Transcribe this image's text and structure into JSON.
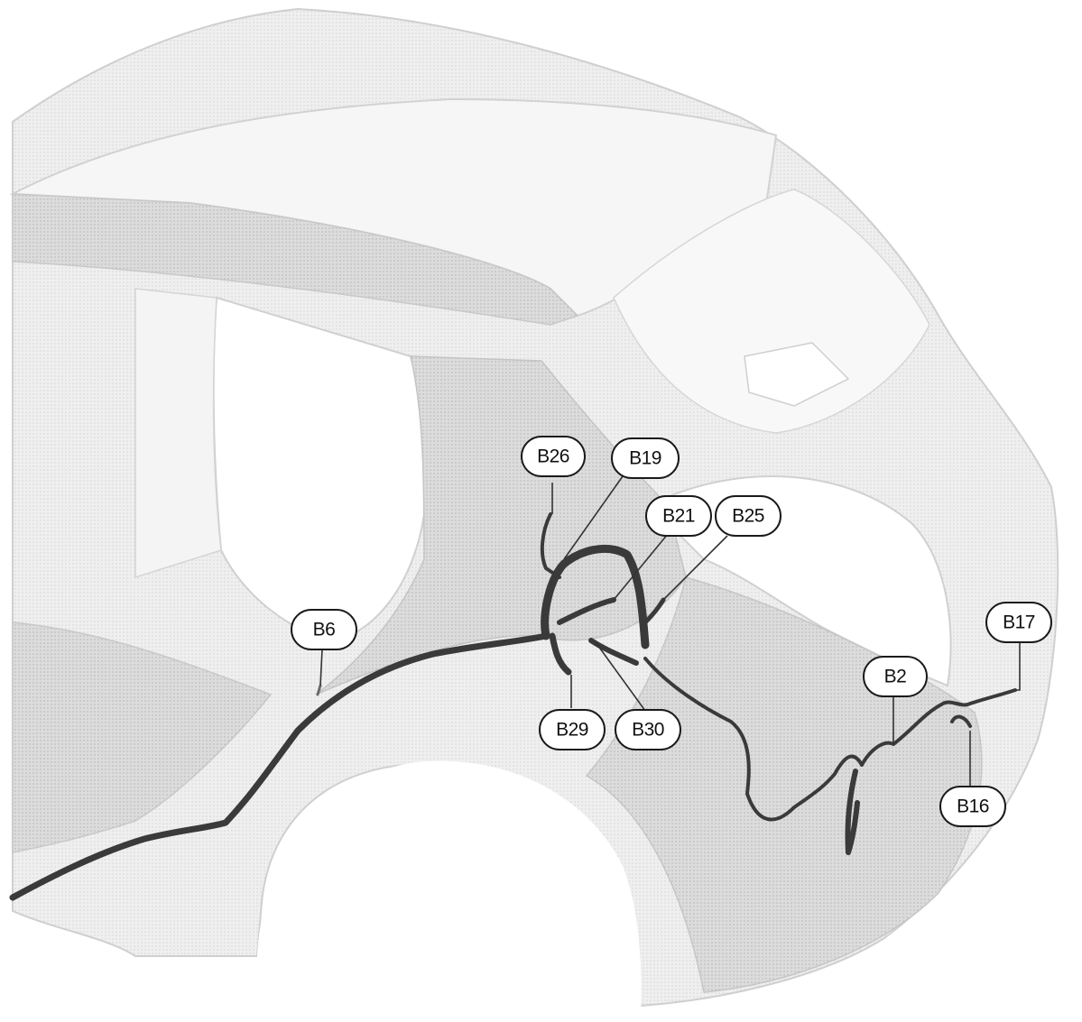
{
  "colors": {
    "body_light": "#f2f2f2",
    "body_mid": "#dedede",
    "body_dark": "#c4c4c4",
    "harness": "#3a3a3a",
    "callout_border": "#1a1a1a"
  },
  "callouts": {
    "b26": "B26",
    "b19": "B19",
    "b21": "B21",
    "b25": "B25",
    "b6": "B6",
    "b29": "B29",
    "b30": "B30",
    "b2": "B2",
    "b17": "B17",
    "b16": "B16"
  }
}
